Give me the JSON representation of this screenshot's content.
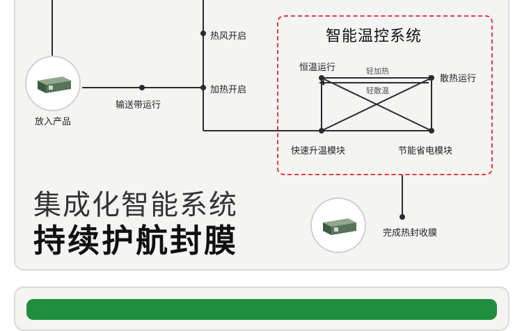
{
  "diagram": {
    "box_title": "智能温控系统",
    "labels": {
      "hot_air_on": "热风开启",
      "heating_on": "加热开启",
      "conveyor_run": "输送带运行",
      "put_product": "放入产品",
      "constant_temp": "恒温运行",
      "heat_dissipation": "散热运行",
      "light_heat": "轻加热",
      "light_dissipate": "轻散温",
      "fast_heat_module": "快速升温模块",
      "energy_module": "节能省电模块",
      "finish_shrink": "完成热封收膜"
    }
  },
  "headline": {
    "line1": "集成化智能系统",
    "line2": "持续护航封膜"
  },
  "colors": {
    "accent_red": "#e33a3a",
    "accent_green": "#1f8f3f",
    "line": "#2b2b2b"
  }
}
